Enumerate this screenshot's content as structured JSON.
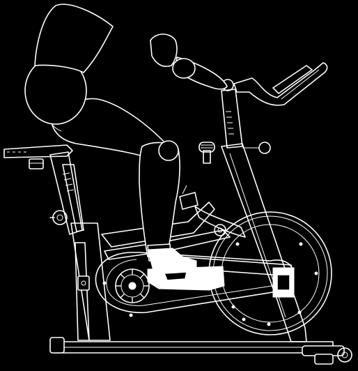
{
  "figure": {
    "subject": "exercise-bike-with-mannequin-rider",
    "colors": {
      "background": "#000000",
      "line": "#ffffff"
    },
    "parts": [
      "mannequin-head",
      "mannequin-torso",
      "mannequin-arm",
      "mannequin-hand",
      "mannequin-thigh",
      "mannequin-shin",
      "mannequin-foot",
      "saddle",
      "seat-post",
      "handlebar",
      "handlebar-post",
      "resistance-knob",
      "flywheel",
      "chain-guard",
      "crank-arm",
      "pedal",
      "bottle-holder",
      "frame",
      "base-rail",
      "transport-wheel"
    ]
  }
}
